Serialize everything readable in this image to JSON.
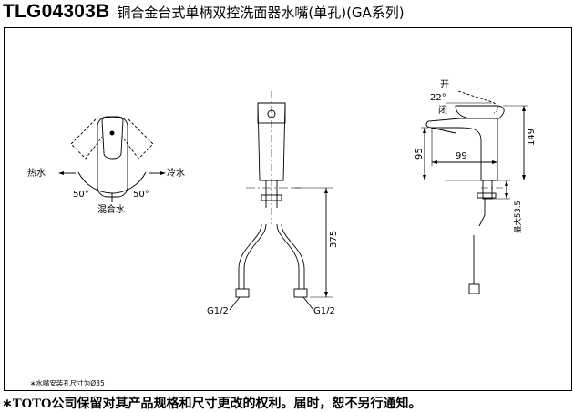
{
  "header": {
    "model": "TLG04303B",
    "product_name": "铜合金台式单柄双控洗面器水嘴(单孔)(GA系列)"
  },
  "top_view": {
    "hot_label": "热水",
    "cold_label": "冷水",
    "mix_label": "混合水",
    "angle_left": "50°",
    "angle_right": "50°"
  },
  "front_view": {
    "height_dim": "375",
    "inlet_left": "G1/2",
    "inlet_right": "G1/2"
  },
  "side_view": {
    "open_label": "开",
    "close_label": "闭",
    "handle_angle": "22°",
    "total_height": "149",
    "spout_height": "95",
    "spout_reach": "99",
    "max_deck": "最大53.5"
  },
  "notes": {
    "hole_note": "∗水嘴安装孔尺寸为Ø35"
  },
  "footer": {
    "asterisk": "∗",
    "brand": "TOTO",
    "disclaimer": "公司保留对其产品规格和尺寸更改的权利。届时，恕不另行通知。"
  }
}
